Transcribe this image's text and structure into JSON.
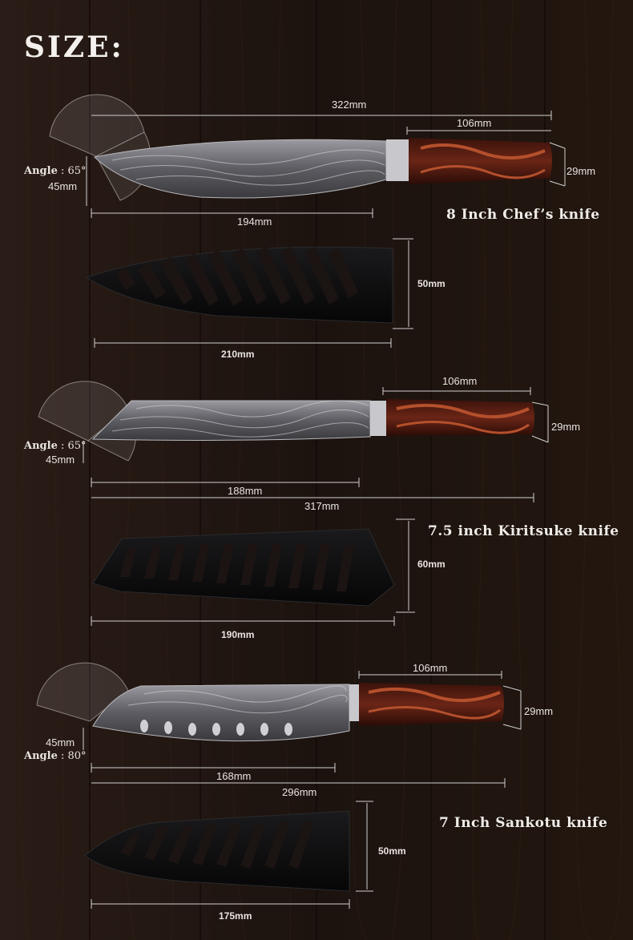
{
  "title": "SIZE:",
  "colors": {
    "background": "#1e1410",
    "text": "#e8e4e0",
    "handle": "#5a1f14",
    "handle_grain": "#b4502c",
    "blade": "#6e6e72",
    "sheath": "#0c0c0d"
  },
  "knives": [
    {
      "name": "8 Inch Chef’s knife",
      "angle_label": "Angle",
      "angle_value": ": 65°",
      "height_label": "45mm",
      "total_length": "322mm",
      "handle_length": "106mm",
      "handle_height": "29mm",
      "blade_length": "194mm",
      "sheath_height": "50mm",
      "sheath_length": "210mm"
    },
    {
      "name": "7.5 inch Kiritsuke knife",
      "angle_label": "Angle",
      "angle_value": ": 65°",
      "height_label": "45mm",
      "total_length": "317mm",
      "handle_length": "106mm",
      "handle_height": "29mm",
      "blade_length": "188mm",
      "sheath_height": "60mm",
      "sheath_length": "190mm"
    },
    {
      "name": "7 Inch Sankotu knife",
      "angle_label": "Angle",
      "angle_value": ": 80°",
      "height_label": "45mm",
      "total_length": "296mm",
      "handle_length": "106mm",
      "handle_height": "29mm",
      "blade_length": "168mm",
      "sheath_height": "50mm",
      "sheath_length": "175mm"
    }
  ]
}
